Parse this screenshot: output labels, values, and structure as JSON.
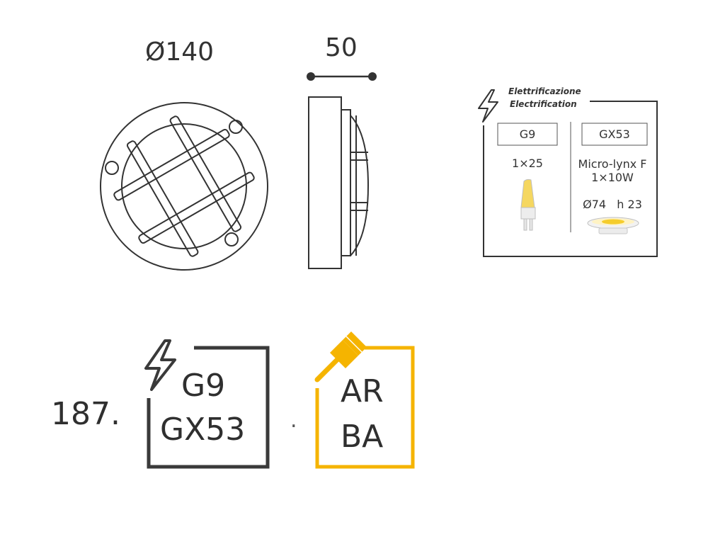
{
  "front_view": {
    "diameter_label": "Ø140"
  },
  "side_view": {
    "width_label": "50"
  },
  "electrification": {
    "title_it": "Elettrificazione",
    "title_en": "Electrification",
    "options": [
      {
        "socket": "G9",
        "spec_lines": [
          "1×25"
        ]
      },
      {
        "socket": "GX53",
        "spec_lines": [
          "Micro-lynx F",
          "1×10W",
          "Ø74   h 23"
        ]
      }
    ]
  },
  "product": {
    "number": "187.",
    "sockets": [
      "G9",
      "GX53"
    ],
    "separator": ".",
    "finishes": [
      "AR",
      "BA"
    ]
  },
  "colors": {
    "line": "#333333",
    "accent": "#F5B400",
    "dark_frame": "#3a3a3a"
  }
}
